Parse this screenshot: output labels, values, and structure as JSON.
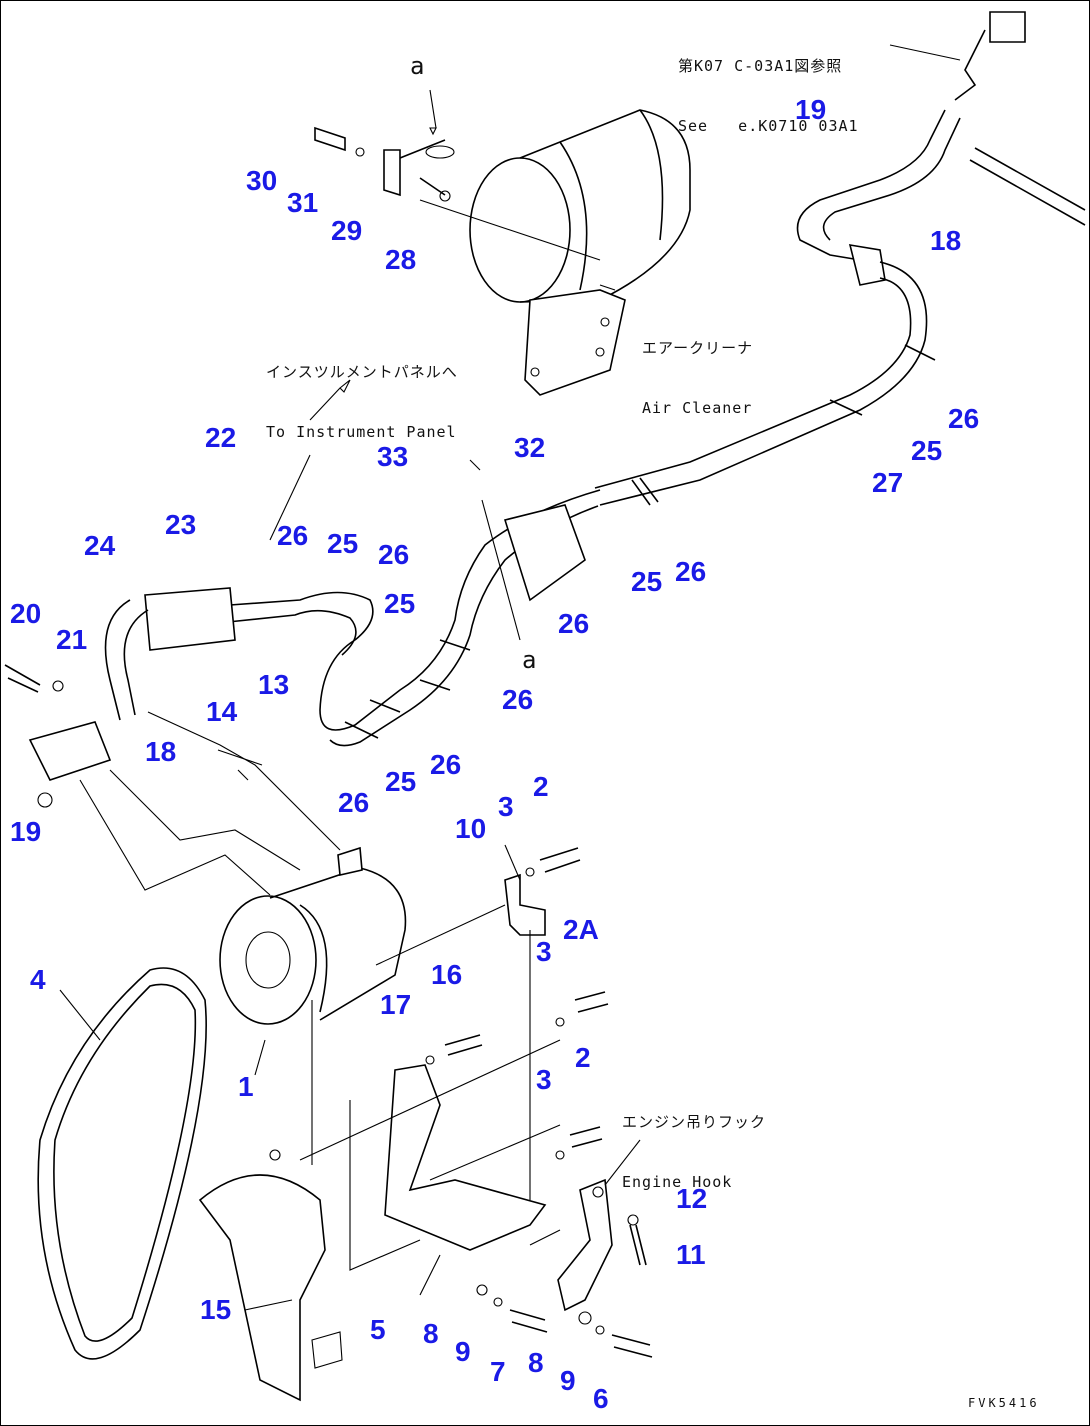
{
  "callouts": [
    "1",
    "2",
    "2A",
    "2",
    "3",
    "3",
    "3",
    "4",
    "5",
    "6",
    "7",
    "8",
    "8",
    "9",
    "9",
    "10",
    "11",
    "12",
    "13",
    "14",
    "15",
    "16",
    "17",
    "18",
    "18",
    "19",
    "19",
    "20",
    "21",
    "22",
    "23",
    "24",
    "25",
    "25",
    "25",
    "25",
    "25",
    "26",
    "26",
    "26",
    "26",
    "26",
    "26",
    "26",
    "26",
    "27",
    "28",
    "29",
    "30",
    "31",
    "32",
    "33"
  ],
  "view_letters": [
    "a",
    "a"
  ],
  "notes": {
    "ref_see": [
      "第K07 C-03A1図参照",
      "See   e.K0710 03A1"
    ],
    "air_cleaner": [
      "エアークリーナ",
      "Air Cleaner"
    ],
    "instrument_panel": [
      "インスツルメントパネルへ",
      "To Instrument Panel"
    ],
    "engine_hook": [
      "エンジン吊りフック",
      "Engine Hook"
    ]
  },
  "drawing_code": "FVK5416",
  "colors": {
    "callout": "#1a1ae6",
    "line": "#000000",
    "background": "#ffffff"
  }
}
